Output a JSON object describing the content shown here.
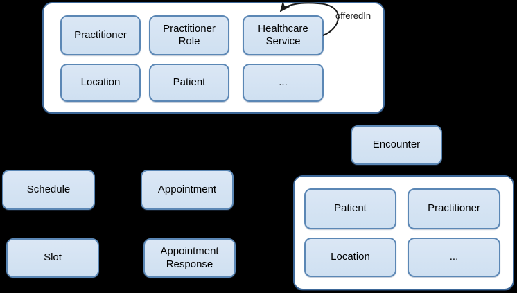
{
  "top_group": {
    "nodes": [
      "Practitioner",
      "Practitioner Role",
      "Healthcare Service",
      "Location",
      "Patient",
      "..."
    ]
  },
  "self_loop": {
    "label": "offeredIn",
    "target": "Healthcare Service"
  },
  "floating_nodes": {
    "encounter": "Encounter",
    "schedule": "Schedule",
    "appointment": "Appointment",
    "slot": "Slot",
    "appointment_response": "Appointment Response"
  },
  "bottom_group": {
    "nodes": [
      "Patient",
      "Practitioner",
      "Location",
      "..."
    ]
  },
  "colors": {
    "background": "#000000",
    "node_fill": "#d3e2f2",
    "node_border": "#5b87b5",
    "group_fill": "#ffffff",
    "group_border": "#3d6899",
    "arrow": "#1a1a1a",
    "text": "#000000"
  }
}
